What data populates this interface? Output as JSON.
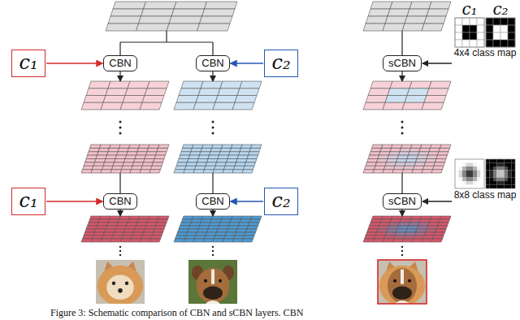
{
  "diagram": {
    "caption": "Figure 3: Schematic comparison of CBN and sCBN layers. CBN",
    "nodes": [
      {
        "text": [
          "c₁"
        ]
      },
      {
        "text": [
          "CBN"
        ]
      },
      {
        "text": [
          "CBN"
        ]
      },
      {
        "text": [
          "c₂"
        ]
      },
      {
        "text": [
          "sCBN"
        ]
      },
      {
        "text": [
          "c₁"
        ]
      },
      {
        "text": [
          "CBN"
        ]
      },
      {
        "text": [
          "CBN"
        ]
      },
      {
        "text": [
          "c₂"
        ]
      },
      {
        "text": [
          "sCBN"
        ]
      }
    ],
    "edges": [
      {
        "from": 0,
        "to": 1,
        "arrow": "to"
      },
      {
        "from": 3,
        "to": 2,
        "arrow": "to"
      },
      {
        "from": 5,
        "to": 6,
        "arrow": "to"
      },
      {
        "from": 8,
        "to": 7,
        "arrow": "to"
      }
    ],
    "labels": [
      "c₁",
      "c₂",
      "4x4 class map",
      "8x8 class map"
    ]
  }
}
